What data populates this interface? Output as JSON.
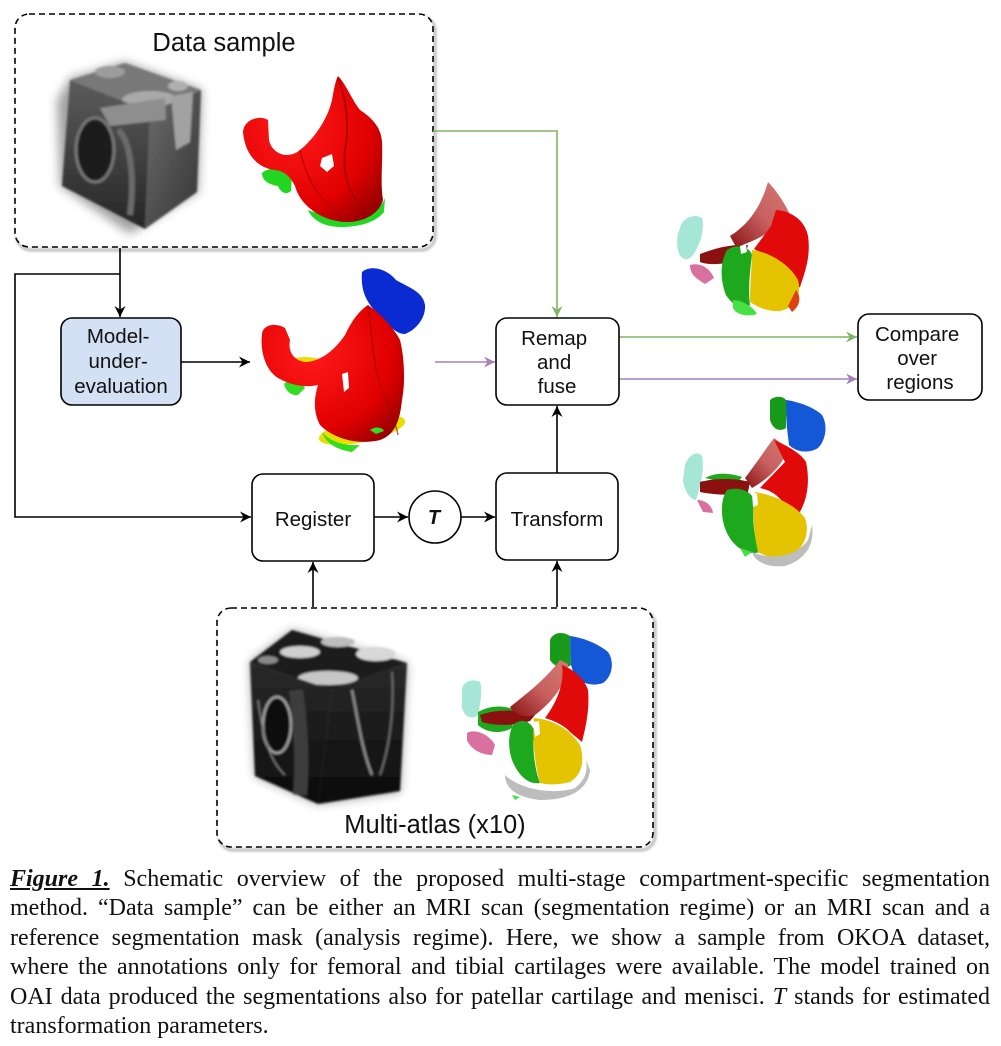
{
  "diagram": {
    "data_sample": {
      "title": "Data sample"
    },
    "multi_atlas": {
      "title": "Multi-atlas (x10)"
    },
    "nodes": {
      "model": {
        "lines": [
          "Model-",
          "under-",
          "evaluation"
        ]
      },
      "remap": {
        "lines": [
          "Remap",
          "and",
          "fuse"
        ]
      },
      "compare": {
        "lines": [
          "Compare",
          "over",
          "regions"
        ]
      },
      "register": {
        "label": "Register"
      },
      "transform": {
        "label": "Transform"
      },
      "t_param": {
        "label": "T"
      }
    },
    "colors": {
      "green_flow": "#82b366",
      "purple_flow": "#a680b8",
      "model_fill": "#d4e1f5",
      "edge": "#000000"
    },
    "images": {
      "data_sample_scan": "mri-volume-cube",
      "data_sample_mask": "reference-segmentation-3d",
      "model_output": "model-segmentation-3d",
      "fused_reference": "region-remapped-reference-3d",
      "fused_prediction": "region-remapped-prediction-3d",
      "atlas_scan": "atlas-mri-volume-cube",
      "atlas_mask": "atlas-segmentation-3d"
    }
  },
  "caption": {
    "label": "Figure 1.",
    "lines": [
      " Schematic overview of the proposed multi-stage compartment-specific segmentation",
      "method. “Data sample” can be either an MRI scan (segmentation regime) or an MRI scan and a",
      "reference segmentation mask (analysis regime). Here, we show a sample from OKOA dataset,",
      "where the annotations only for femoral and tibial cartilages were available. The model trained on",
      "OAI data produced the segmentations also for patellar cartilage and menisci. ",
      "transformation parameters."
    ],
    "line5_italic": "T",
    "line5_tail": " stands for estimated"
  }
}
